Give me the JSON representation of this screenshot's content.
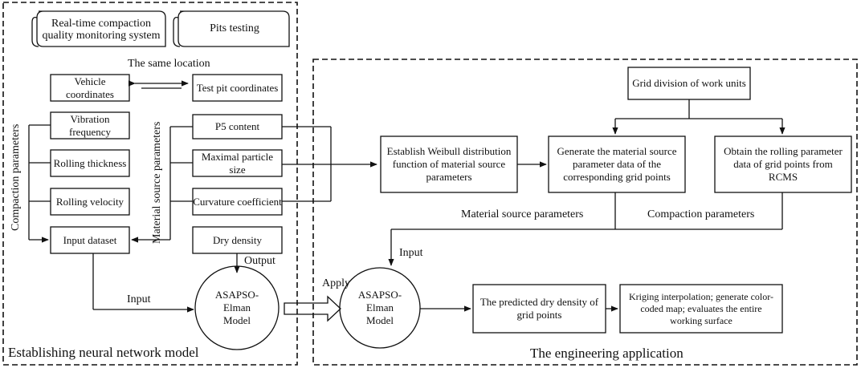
{
  "left_panel": {
    "title": "Establishing neural network model",
    "scroll_rcms": "Real-time compaction quality monitoring system",
    "scroll_pits": "Pits testing",
    "same_location": "The same location",
    "vehicle_coordinates": "Vehicle coordinates",
    "test_pit_coordinates": "Test pit coordinates",
    "compaction_parameters_label": "Compaction parameters",
    "material_source_parameters_label": "Material source parameters",
    "vibration_frequency": "Vibration frequency",
    "rolling_thickness": "Rolling thickness",
    "rolling_velocity": "Rolling velocity",
    "input_dataset": "Input dataset",
    "p5_content": "P5 content",
    "maximal_particle_size": "Maximal particle size",
    "curvature_coefficient": "Curvature coefficient",
    "dry_density": "Dry density",
    "output_label": "Output",
    "input_label": "Input",
    "model_left": "ASAPSO-Elman Model"
  },
  "apply_label": "Apply",
  "right_panel": {
    "title": "The engineering application",
    "grid_division": "Grid division of work units",
    "establish_weibull": "Establish Weibull distribution function of material source parameters",
    "generate_material": "Generate the material source parameter data of the corresponding grid points",
    "obtain_rolling": "Obtain the rolling parameter data of grid points  from RCMS",
    "material_source_parameters": "Material source parameters",
    "compaction_parameters": "Compaction parameters",
    "input_label": "Input",
    "model_right": "ASAPSO-Elman Model",
    "predicted_density": "The predicted dry density of grid points",
    "kriging": "Kriging interpolation; generate color-coded map; evaluates the entire working surface"
  }
}
